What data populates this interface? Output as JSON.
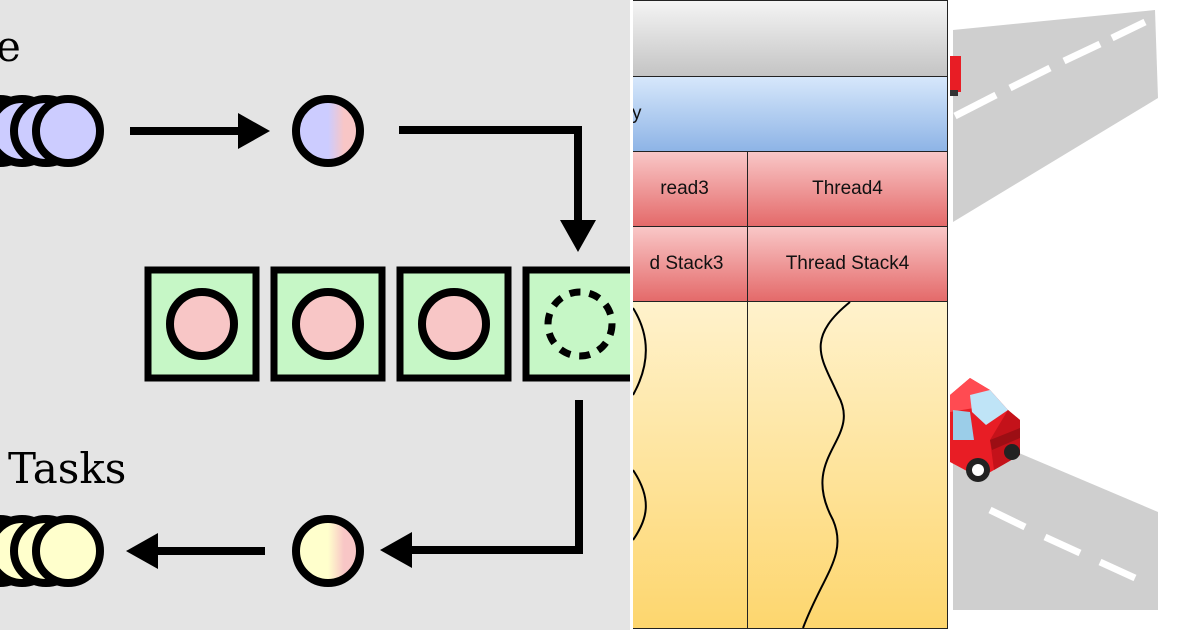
{
  "pool_diagram": {
    "top_label": "e",
    "middle_label": "",
    "bottom_label": "Tasks",
    "colors": {
      "background": "#e4e4e4",
      "queued_task": "#ccccff",
      "worker_task": "#f8c6c6",
      "worker_box": "#c6f7c6",
      "finished_task": "#ffffcc",
      "outline": "#000000"
    },
    "icons": [
      "arrow-right-icon",
      "arrow-down-icon",
      "arrow-left-icon",
      "empty-slot-icon"
    ]
  },
  "memory_diagram": {
    "header_text": "y",
    "thread_columns": [
      {
        "thread": "read3",
        "stack": "d Stack3"
      },
      {
        "thread": "Thread4",
        "stack": "Thread Stack4"
      }
    ],
    "colors": {
      "top_band": "#d8d8d8",
      "shared_band": "#a9c8ee",
      "thread_cells": "#f08686",
      "stack_area": "#fde7a8"
    }
  },
  "road_illustration": {
    "colors": {
      "road": "#cfcfcf",
      "car_body": "#e81d25",
      "lane_mark": "#ffffff"
    },
    "icons": [
      "car-icon"
    ]
  }
}
